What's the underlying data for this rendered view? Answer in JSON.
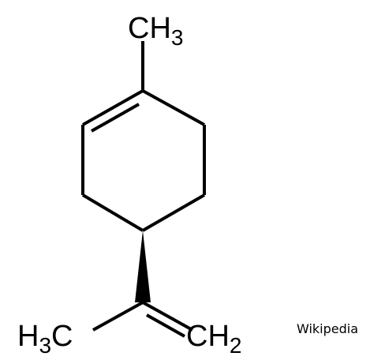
{
  "molecule": {
    "top_group": {
      "main": "CH",
      "sub": "3"
    },
    "left_group": {
      "pre": "H",
      "sub": "3",
      "post": "C"
    },
    "right_group": {
      "main": "CH",
      "sub": "2"
    }
  },
  "credit": "Wikipedia",
  "colors": {
    "ink": "#000000",
    "background": "#ffffff"
  }
}
